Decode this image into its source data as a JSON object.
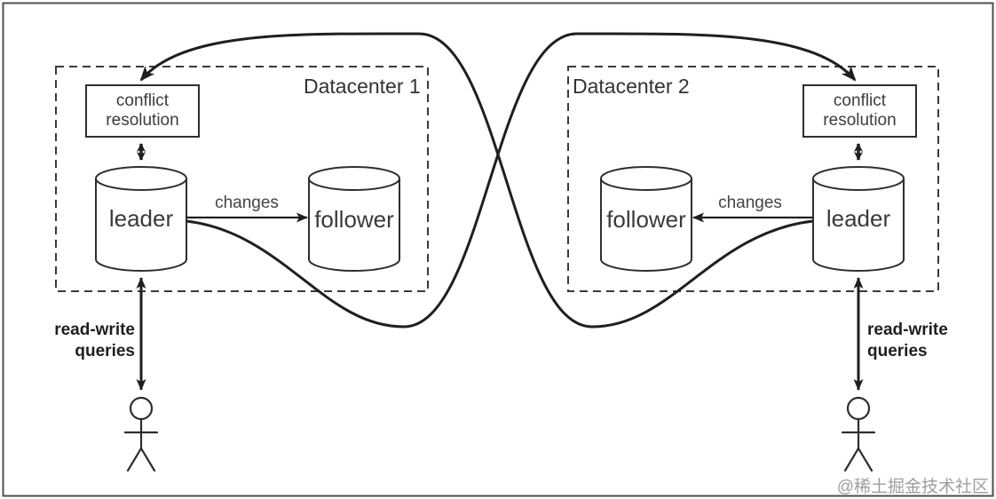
{
  "diagram": {
    "description": "multi-leader replication across two datacenters",
    "colors": {
      "ink": "#1f1f1f",
      "box_stroke": "#2e2e2e",
      "dashed_stroke": "#3a3a3a",
      "text": "#3d3d3d",
      "outer_border": "#4f4f4f",
      "watermark": "#9e9e9e"
    },
    "datacenters": [
      {
        "name": "Datacenter 1",
        "conflict_line1": "conflict",
        "conflict_line2": "resolution",
        "leader_label": "leader",
        "follower_label": "follower",
        "changes_label": "changes",
        "queries_line1": "read-write",
        "queries_line2": "queries"
      },
      {
        "name": "Datacenter 2",
        "conflict_line1": "conflict",
        "conflict_line2": "resolution",
        "leader_label": "leader",
        "follower_label": "follower",
        "changes_label": "changes",
        "queries_line1": "read-write",
        "queries_line2": "queries"
      }
    ],
    "watermark": "@稀土掘金技术社区"
  }
}
